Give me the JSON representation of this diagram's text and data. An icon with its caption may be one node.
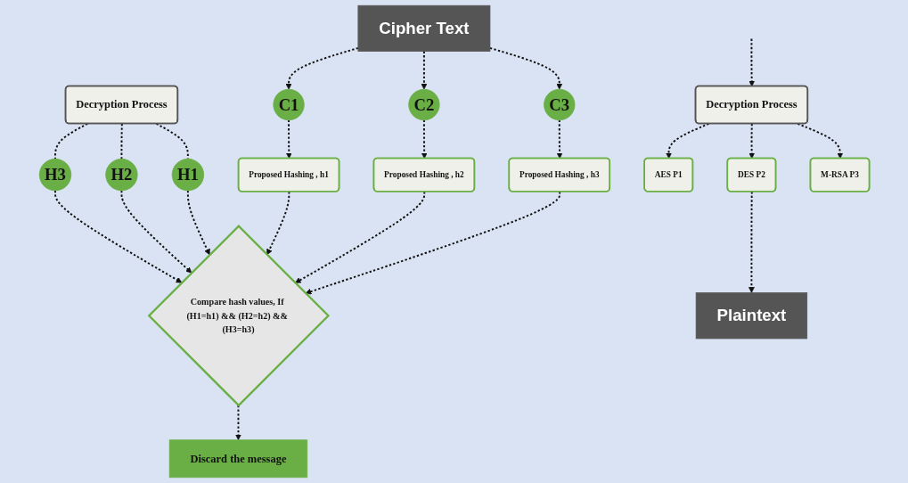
{
  "diagram": {
    "nodes": [
      {
        "text": [
          "Cipher Text"
        ]
      },
      {
        "text": [
          "Decryption Process"
        ]
      },
      {
        "text": [
          "Proposed Hashing , h1"
        ]
      },
      {
        "text": [
          "C1"
        ]
      },
      {
        "text": [
          "C2"
        ]
      },
      {
        "text": [
          "C3"
        ]
      },
      {
        "text": [
          "Proposed Hashing , h3"
        ]
      },
      {
        "text": [
          "Proposed Hashing , h2"
        ]
      },
      {
        "text": [
          "Plaintext"
        ]
      },
      {
        "text": [
          "DES P2"
        ]
      },
      {
        "text": [
          "H3"
        ]
      },
      {
        "text": [
          "H2"
        ]
      },
      {
        "text": [
          "AES P1"
        ]
      },
      {
        "text": [
          "Decryption Process"
        ]
      },
      {
        "text": [
          "M-RSA P3"
        ]
      },
      {
        "text": [
          "H1"
        ]
      },
      {
        "text": [
          "Compare hash values, If (H1=h1) && (H2=h2) && (H3=h3)"
        ]
      },
      {
        "text": [
          "Discard the message"
        ]
      }
    ],
    "edges": [
      {
        "from": 0,
        "to": 3,
        "arrow": "to",
        "style": "dashed"
      },
      {
        "from": 0,
        "to": 4,
        "arrow": "to",
        "style": "dashed"
      },
      {
        "from": 0,
        "to": 5,
        "arrow": "to",
        "style": "dashed"
      },
      {
        "from": 3,
        "to": 2,
        "arrow": "to",
        "style": "dashed"
      },
      {
        "from": 4,
        "to": 7,
        "arrow": "to",
        "style": "dashed"
      },
      {
        "from": 5,
        "to": 6,
        "arrow": "to",
        "style": "dashed"
      },
      {
        "from": 2,
        "to": 16,
        "arrow": "to",
        "style": "dashed"
      },
      {
        "from": 7,
        "to": 16,
        "arrow": "to",
        "style": "dashed"
      },
      {
        "from": 6,
        "to": 16,
        "arrow": "to",
        "style": "dashed"
      },
      {
        "from": 1,
        "to": 10,
        "arrow": "none",
        "style": "dashed"
      },
      {
        "from": 1,
        "to": 11,
        "arrow": "none",
        "style": "dashed"
      },
      {
        "from": 1,
        "to": 15,
        "arrow": "none",
        "style": "dashed"
      },
      {
        "from": 10,
        "to": 16,
        "arrow": "to",
        "style": "dashed"
      },
      {
        "from": 11,
        "to": 16,
        "arrow": "to",
        "style": "dashed"
      },
      {
        "from": 15,
        "to": 16,
        "arrow": "to",
        "style": "dashed"
      },
      {
        "from": 16,
        "to": 17,
        "arrow": "to",
        "style": "dashed"
      },
      {
        "from": 13,
        "to": 12,
        "arrow": "to",
        "style": "dashed"
      },
      {
        "from": 13,
        "to": 9,
        "arrow": "to",
        "style": "dashed"
      },
      {
        "from": 13,
        "to": 14,
        "arrow": "to",
        "style": "dashed"
      },
      {
        "from": 9,
        "to": 8,
        "arrow": "to",
        "style": "dashed"
      },
      {
        "from": null,
        "to": 13,
        "arrow": "to",
        "style": "dashed"
      }
    ]
  }
}
